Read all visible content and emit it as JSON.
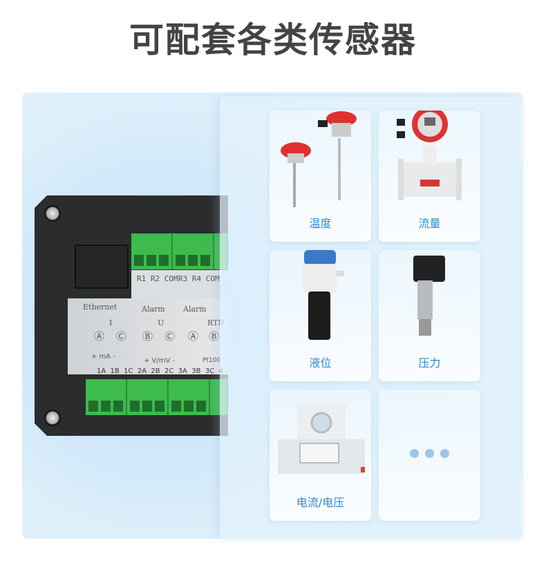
{
  "title": "可配套各类传感器",
  "device": {
    "relay_labels": [
      "R1 R2 COM",
      "R3 R4 COM"
    ],
    "alarm_labels": [
      "Alarm",
      "Alarm"
    ],
    "ethernet": "Ethernet",
    "channel_labels": [
      "I",
      "U",
      "RTD"
    ],
    "terminal_symbols": [
      "Ⓐ",
      "Ⓒ",
      "Ⓑ",
      "Ⓒ",
      "Ⓐ",
      "Ⓑ"
    ],
    "unit_labels": [
      "+ mA -",
      "+ V/mV -",
      "Pt100"
    ],
    "terminal_numbers": "1A  1B  1C  2A  2B  2C  3A  3B  3C  4"
  },
  "sensors": [
    {
      "label": "温度",
      "icon": "temperature-sensor"
    },
    {
      "label": "流量",
      "icon": "flow-meter"
    },
    {
      "label": "液位",
      "icon": "level-sensor"
    },
    {
      "label": "压力",
      "icon": "pressure-sensor"
    },
    {
      "label": "电流/电压",
      "icon": "current-voltage-transducer"
    },
    {
      "label": "",
      "icon": "more-dots"
    }
  ],
  "colors": {
    "accent": "#2d8bd2",
    "title": "#444444",
    "terminal": "#3dbb4d"
  }
}
